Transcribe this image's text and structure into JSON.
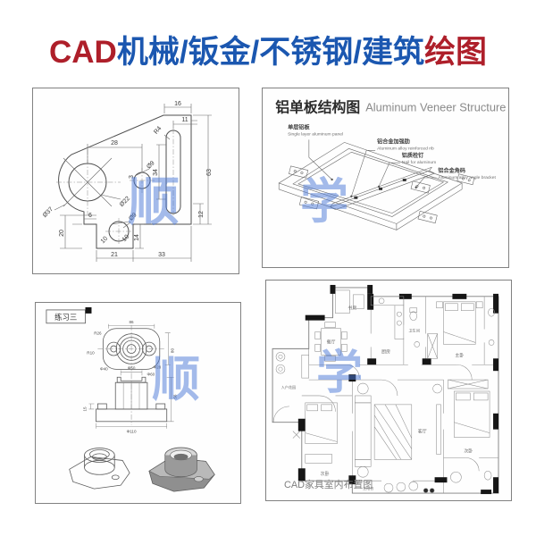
{
  "title": {
    "part1": "CAD",
    "part2": "机械/钣金/不锈钢/建筑",
    "part3": "绘图",
    "red": "#ae1f2a",
    "blue": "#1b57b0"
  },
  "watermarks": {
    "tl": "顺",
    "tr": "学",
    "bl": "顺",
    "br": "学"
  },
  "mech": {
    "dims": {
      "d16": "16",
      "d11": "11",
      "d63": "63",
      "d12": "12",
      "d34": "34",
      "r4": "R4",
      "d28": "28",
      "d3": "3",
      "dia9a": "Ø9",
      "dia22": "Ø22",
      "dia37": "Ø37",
      "d6": "6",
      "d20": "20",
      "dia9b": "Ø9",
      "d10a": "10",
      "d10b": "10",
      "d14": "14",
      "d21": "21",
      "d33": "33"
    }
  },
  "veneer": {
    "title_zh": "铝单板结构图",
    "title_en": "Aluminum Veneer Structure",
    "labels": [
      {
        "zh": "单层铝板",
        "en": "Single layer aluminum panel"
      },
      {
        "zh": "铝合金加强肋",
        "en": "Aluminum alloy reinforced rib"
      },
      {
        "zh": "铝质栓钉",
        "en": "Nail for aluminum"
      },
      {
        "zh": "铝合金角码",
        "en": "Aluminum alloy angle bracket"
      }
    ]
  },
  "practice": {
    "tag": "练习三",
    "dims": {
      "top86": "86",
      "r26": "R26",
      "r10": "R10",
      "dia40": "Φ40",
      "dia28": "Φ28",
      "d80": "80",
      "dia60": "Φ60",
      "dia50": "Φ50",
      "d56": "56",
      "d15": "15",
      "dia110": "Φ110"
    }
  },
  "floorplan": {
    "caption": "CAD家具室内布置图",
    "rooms": {
      "entry": "入户花园",
      "study": "书房",
      "dining": "餐厅",
      "kitchen": "厨房",
      "bath": "卫生间",
      "master": "主卧",
      "bed2": "次卧",
      "bed3": "次卧",
      "living": "客厅",
      "balcony": "主阳台"
    }
  }
}
